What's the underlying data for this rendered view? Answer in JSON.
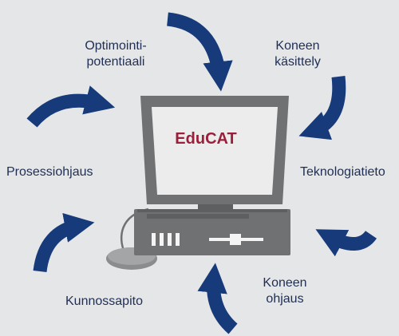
{
  "center": {
    "screen_label": "EduCAT"
  },
  "labels": {
    "optimointi": {
      "line1": "Optimointi-",
      "line2": "potentiaali"
    },
    "kasittely": {
      "line1": "Koneen",
      "line2": "käsittely"
    },
    "prosessiohjaus": "Prosessiohjaus",
    "teknologiatieto": "Teknologiatieto",
    "ohjaus": {
      "line1": "Koneen",
      "line2": "ohjaus"
    },
    "kunnossapito": "Kunnossapito"
  },
  "colors": {
    "background": "#e5e6e8",
    "arrow": "#173a7a",
    "label_text": "#1f2e52",
    "computer_body": "#6f7173",
    "screen": "#ececec",
    "brand_text": "#9a1f3a"
  },
  "icons": {
    "arrows": "curved-arrow-icon",
    "device": "computer-icon",
    "mouse": "mouse-icon"
  }
}
